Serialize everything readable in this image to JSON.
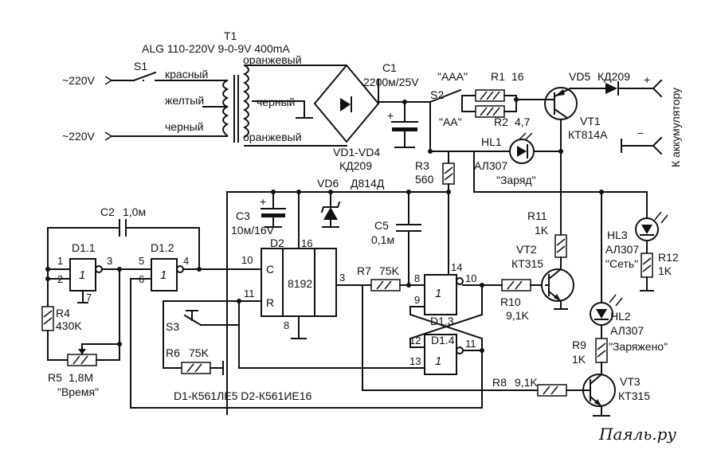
{
  "transformer": {
    "ref": "T1",
    "spec": "ALG 110-220V 9-0-9V 400mA",
    "w_orange_top": "оранжевый",
    "w_black": "черный",
    "w_orange_bot": "оранжевый",
    "w_red": "красный",
    "w_yellow": "желтый",
    "w_black_prim": "черный"
  },
  "mains": {
    "top": "~220V",
    "bottom": "~220V",
    "switch": "S1"
  },
  "rectifier": {
    "ref": "VD1-VD4",
    "type": "КД209"
  },
  "c1": {
    "ref": "C1",
    "value": "2200м/25V"
  },
  "s2": {
    "ref": "S2",
    "aaa": "\"AAA\"",
    "aa": "\"AA\""
  },
  "r1": {
    "ref": "R1",
    "value": "16"
  },
  "r2": {
    "ref": "R2",
    "value": "4,7"
  },
  "vd5": {
    "ref": "VD5",
    "type": "КД209"
  },
  "vt1": {
    "ref": "VT1",
    "type": "КТ814А"
  },
  "battery": {
    "label": "К аккумулятору",
    "plus": "+",
    "minus": "−"
  },
  "hl1": {
    "ref": "HL1",
    "type": "АЛ307",
    "name": "\"Заряд\""
  },
  "r3": {
    "ref": "R3",
    "value": "560"
  },
  "vd6": {
    "ref": "VD6",
    "type": "Д814Д"
  },
  "c3": {
    "ref": "C3",
    "value": "10м/16V"
  },
  "c5": {
    "ref": "C5",
    "value": "0,1м"
  },
  "c2": {
    "ref": "C2",
    "value": "1,0м"
  },
  "d11": {
    "ref": "D1.1",
    "pins": [
      "1",
      "2",
      "3",
      "7"
    ]
  },
  "d12": {
    "ref": "D1.2",
    "pins": [
      "5",
      "6",
      "4"
    ]
  },
  "d2": {
    "ref": "D2",
    "c": "C",
    "r": "R",
    "count": "8192",
    "pins": [
      "10",
      "11",
      "16",
      "8",
      "3"
    ]
  },
  "d13": {
    "ref": "D1.3",
    "pins": [
      "8",
      "9",
      "14",
      "10"
    ]
  },
  "d14": {
    "ref": "D1.4",
    "pins": [
      "12",
      "13",
      "11"
    ]
  },
  "gate_symbol": "1",
  "r4": {
    "ref": "R4",
    "value": "430K"
  },
  "r5": {
    "ref": "R5",
    "value": "1,8M",
    "name": "\"Время\""
  },
  "s3": {
    "ref": "S3"
  },
  "r6": {
    "ref": "R6",
    "value": "75K"
  },
  "r7": {
    "ref": "R7",
    "value": "75K"
  },
  "r8": {
    "ref": "R8",
    "value": "9,1K"
  },
  "r9": {
    "ref": "R9",
    "value": "1K"
  },
  "r10": {
    "ref": "R10",
    "value": "9,1K"
  },
  "r11": {
    "ref": "R11",
    "value": "1K"
  },
  "r12": {
    "ref": "R12",
    "value": "1K"
  },
  "vt2": {
    "ref": "VT2",
    "type": "КТ315"
  },
  "vt3": {
    "ref": "VT3",
    "type": "КТ315"
  },
  "hl2": {
    "ref": "HL2",
    "type": "АЛ307",
    "name": "\"Заряжено\""
  },
  "hl3": {
    "ref": "HL3",
    "type": "АЛ307",
    "name": "\"Сеть\""
  },
  "chips": "D1-К561ЛЕ5 D2-К561ИЕ16",
  "watermark": "Паяль.ру"
}
